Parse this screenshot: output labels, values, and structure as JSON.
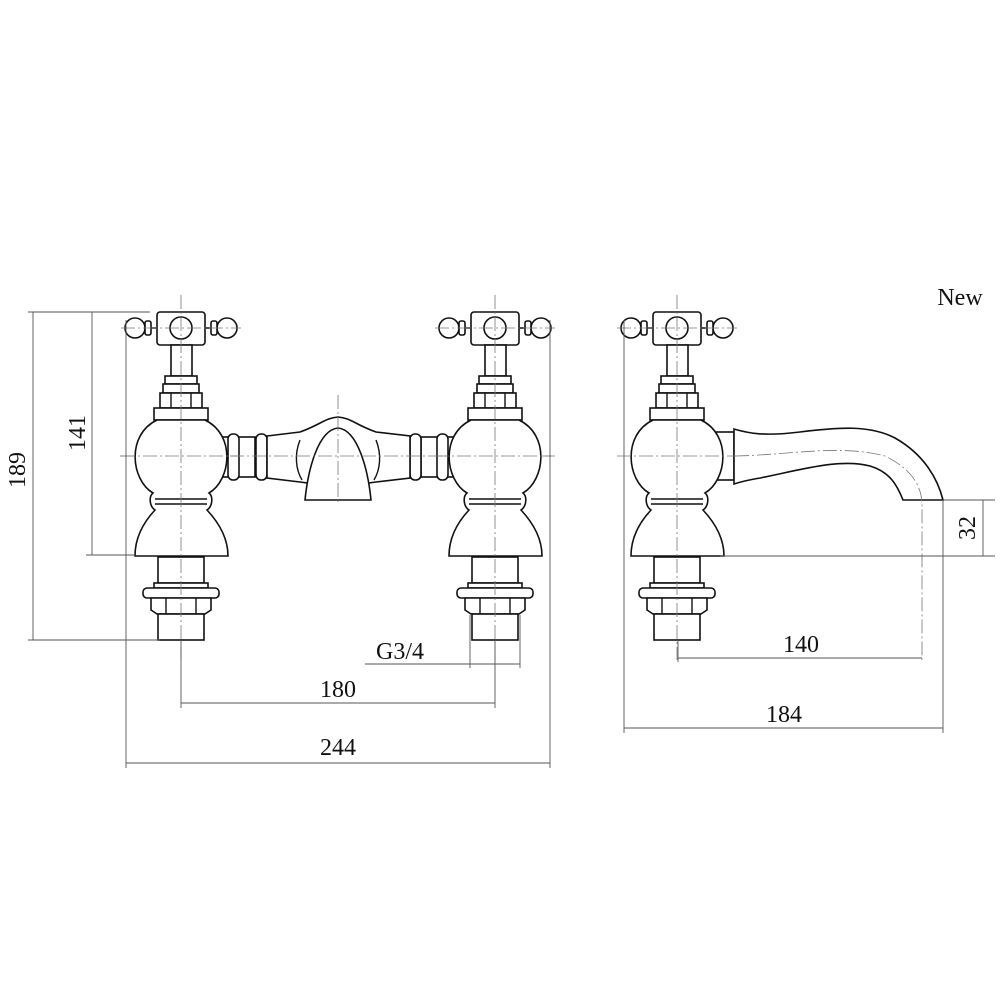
{
  "label": "New",
  "dimensions": {
    "overall_height": "189",
    "body_height": "141",
    "spout_clearance": "32",
    "thread": "G3/4",
    "centres": "180",
    "overall_width": "244",
    "spout_projection": "140",
    "overall_depth": "184"
  }
}
